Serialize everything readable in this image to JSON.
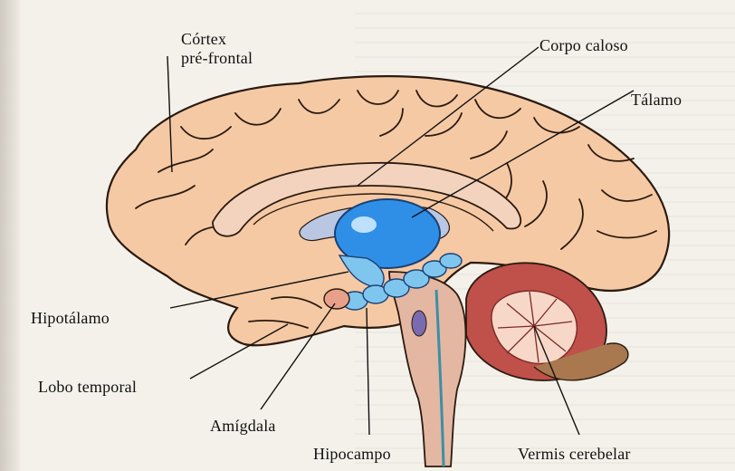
{
  "labels": {
    "cortex_prefrontal": "Córtex\npré-frontal",
    "corpo_caloso": "Corpo caloso",
    "talamo": "Tálamo",
    "hipotalamo": "Hipotálamo",
    "lobo_temporal": "Lobo temporal",
    "amigdala": "Amígdala",
    "hipocampo": "Hipocampo",
    "vermis_cerebelar": "Vermis cerebelar"
  },
  "colors": {
    "brain_fill": "#f5c9a4",
    "brain_outline": "#2a1a10",
    "thalamus_blue": "#2f8fe6",
    "hippocampus_blue": "#7fc6ee",
    "cerebellum_red": "#c0504a",
    "cerebellum_light": "#f7d8c8",
    "brainstem": "#e3b7a2",
    "ventricle": "#9ab4de"
  }
}
